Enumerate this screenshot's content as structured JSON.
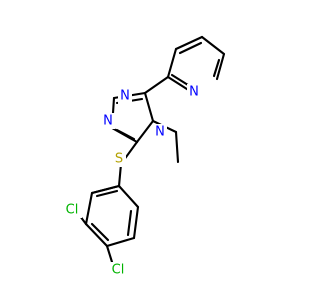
{
  "molecule": {
    "colors": {
      "bond": "#000000",
      "nitrogen": "#0000ff",
      "sulfur": "#b3a100",
      "chlorine": "#00b300",
      "background": "#ffffff"
    },
    "atoms": {
      "n_pyridine": "N",
      "n_triazole_top": "N",
      "n_triazole_left": "N",
      "n_triazole_ethyl": "N",
      "s_thioether": "S",
      "cl_ortho": "Cl",
      "cl_para": "Cl"
    }
  }
}
